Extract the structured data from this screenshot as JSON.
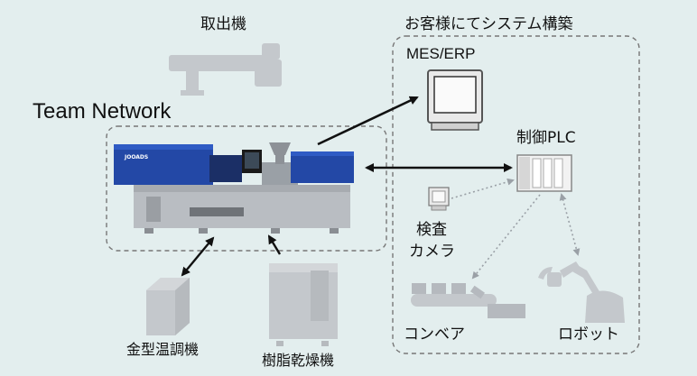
{
  "labels": {
    "robot_arm": "取出機",
    "customer_system": "お客様にてシステム構築",
    "mes_erp": "MES/ERP",
    "team_network": "Team Network",
    "plc": "制御PLC",
    "camera": [
      "検査",
      "カメラ"
    ],
    "conveyor": "コンベア",
    "robot": "ロボット",
    "mold_temp": "金型温調機",
    "dryer": "樹脂乾燥機",
    "machine_brand": "JOOADS"
  },
  "colors": {
    "background": "#e3eeee",
    "machine_blue": "#2348a6",
    "machine_gray": "#b9bdc2",
    "ghost_gray": "#c4c8cc",
    "arrow": "#111111",
    "dotted": "#9aa0a6",
    "dashed_frame": "#777777"
  }
}
